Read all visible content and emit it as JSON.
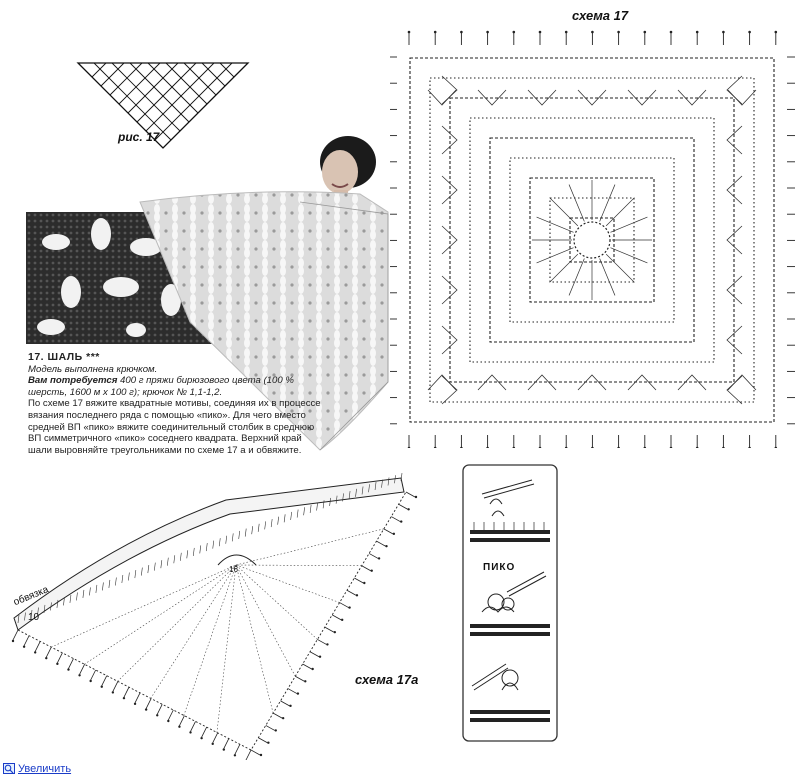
{
  "figure": {
    "label": "рис. 17"
  },
  "scheme_main": {
    "label": "схема 17"
  },
  "scheme_a": {
    "label": "схема 17а",
    "trim_label": "обвязка",
    "row_label_start": "10",
    "row_label_center": "16"
  },
  "description": {
    "heading": "17. ШАЛЬ ***",
    "line_model": "Модель выполнена крючком.",
    "need_label": "Вам потребуется",
    "need_text": " 400 г пряжи бирюзового цвета (100 % шерсть, 1600 м х 100 г); крючок № 1,1-1,2.",
    "instructions": "По схеме 17 вяжите квадратные мотивы, соединяя их в процессе вязания последнего ряда с помощью «пико». Для чего вместо средней ВП «пико» вяжите соединительный столбик в среднюю ВП симметричного «пико» соседнего квадрата. Верхний край шали выровняйте треугольниками по схеме 17 а и обвяжите."
  },
  "technique_panel": {
    "picot_label": "ПИКО"
  },
  "footer": {
    "zoom_link": "Увеличить"
  },
  "colors": {
    "link": "#1a3cc8",
    "ink": "#111111",
    "paper": "#ffffff"
  }
}
